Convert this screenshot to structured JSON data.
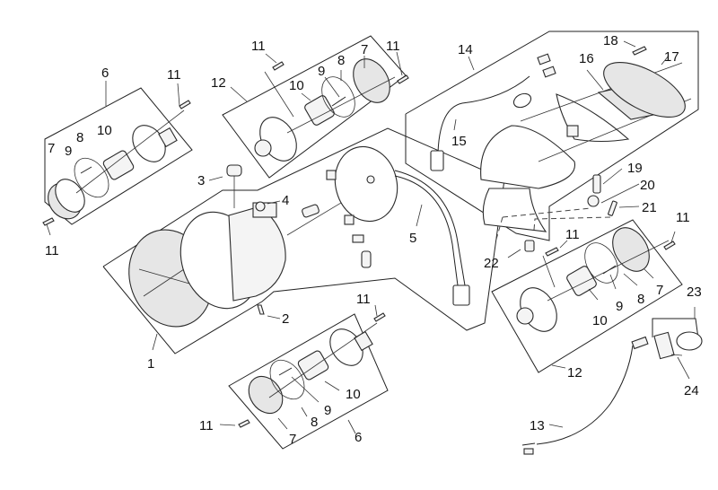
{
  "diagram": {
    "title": "",
    "type": "exploded-parts-diagram",
    "callouts": [
      {
        "id": "c1",
        "label": "1"
      },
      {
        "id": "c2",
        "label": "2"
      },
      {
        "id": "c3",
        "label": "3"
      },
      {
        "id": "c4",
        "label": "4"
      },
      {
        "id": "c5",
        "label": "5"
      },
      {
        "id": "c6a",
        "label": "6"
      },
      {
        "id": "c6b",
        "label": "6"
      },
      {
        "id": "c7a",
        "label": "7"
      },
      {
        "id": "c7b",
        "label": "7"
      },
      {
        "id": "c7c",
        "label": "7"
      },
      {
        "id": "c7d",
        "label": "7"
      },
      {
        "id": "c8a",
        "label": "8"
      },
      {
        "id": "c8b",
        "label": "8"
      },
      {
        "id": "c8c",
        "label": "8"
      },
      {
        "id": "c8d",
        "label": "8"
      },
      {
        "id": "c9a",
        "label": "9"
      },
      {
        "id": "c9b",
        "label": "9"
      },
      {
        "id": "c9c",
        "label": "9"
      },
      {
        "id": "c9d",
        "label": "9"
      },
      {
        "id": "c10a",
        "label": "10"
      },
      {
        "id": "c10b",
        "label": "10"
      },
      {
        "id": "c10c",
        "label": "10"
      },
      {
        "id": "c10d",
        "label": "10"
      },
      {
        "id": "c11a",
        "label": "11"
      },
      {
        "id": "c11b",
        "label": "11"
      },
      {
        "id": "c11c",
        "label": "11"
      },
      {
        "id": "c11d",
        "label": "11"
      },
      {
        "id": "c11e",
        "label": "11"
      },
      {
        "id": "c11f",
        "label": "11"
      },
      {
        "id": "c11g",
        "label": "11"
      },
      {
        "id": "c11h",
        "label": "11"
      },
      {
        "id": "c12a",
        "label": "12"
      },
      {
        "id": "c12b",
        "label": "12"
      },
      {
        "id": "c13",
        "label": "13"
      },
      {
        "id": "c14",
        "label": "14"
      },
      {
        "id": "c15",
        "label": "15"
      },
      {
        "id": "c16",
        "label": "16"
      },
      {
        "id": "c17",
        "label": "17"
      },
      {
        "id": "c18",
        "label": "18"
      },
      {
        "id": "c19",
        "label": "19"
      },
      {
        "id": "c20",
        "label": "20"
      },
      {
        "id": "c21",
        "label": "21"
      },
      {
        "id": "c22",
        "label": "22"
      },
      {
        "id": "c23",
        "label": "23"
      },
      {
        "id": "c24",
        "label": "24"
      }
    ],
    "groups": [
      {
        "name": "headlight-assembly",
        "callout": "1"
      },
      {
        "name": "front-left-turn-signal",
        "callout": "6"
      },
      {
        "name": "front-right-turn-signal",
        "callout": "12"
      },
      {
        "name": "rear-right-turn-signal",
        "callout": "12"
      },
      {
        "name": "rear-left-turn-signal",
        "callout": "6"
      },
      {
        "name": "taillight-assembly",
        "callout": "14"
      },
      {
        "name": "license-plate-light",
        "callout": "23"
      }
    ]
  }
}
